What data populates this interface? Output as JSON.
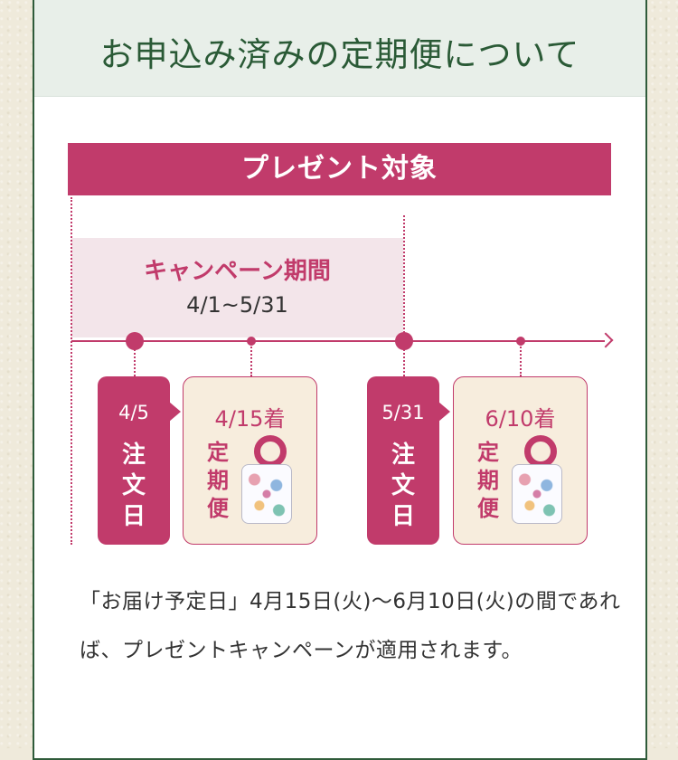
{
  "header": {
    "title": "お申込み済みの定期便について"
  },
  "banner": {
    "label": "プレゼント対象"
  },
  "campaign": {
    "title": "キャンペーン期間",
    "dates": "4/1~5/31"
  },
  "orders": [
    {
      "date": "4/5",
      "label": "注文日"
    },
    {
      "date": "5/31",
      "label": "注文日"
    }
  ],
  "deliveries": [
    {
      "date": "4/15着",
      "label": "定期便"
    },
    {
      "date": "6/10着",
      "label": "定期便"
    }
  ],
  "icons": {
    "gift": "gift-bag-icon",
    "ring": "ring-icon",
    "arrow": "arrow-right-icon"
  },
  "colors": {
    "accent": "#c13b6b",
    "header_bg": "#e8efe9",
    "title": "#2a5a36",
    "card_bg": "#f7eddd"
  },
  "note": {
    "text": "「お届け予定日」4月15日(火)〜6月10日(火)の間であれば、プレゼントキャンペーンが適用されます。"
  }
}
